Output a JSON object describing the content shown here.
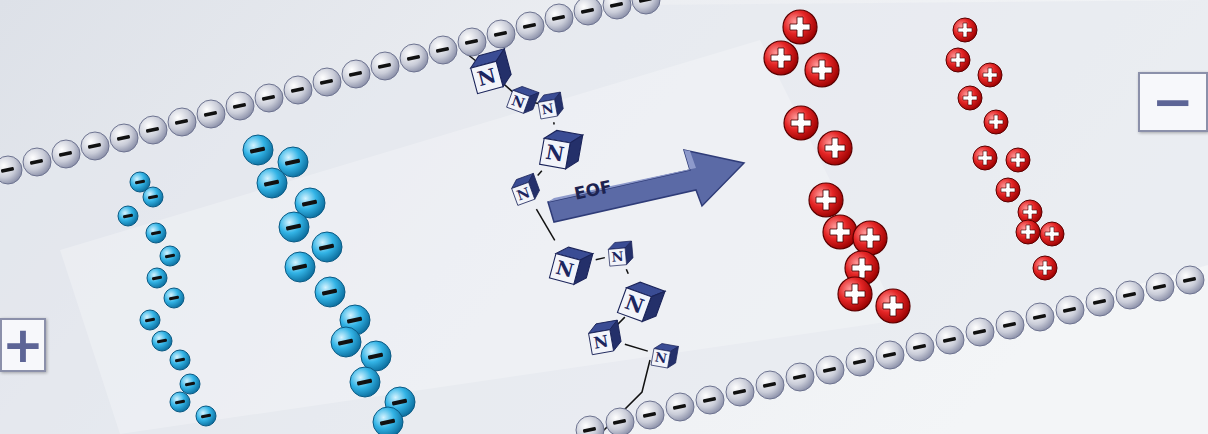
{
  "diagram": {
    "nodes": [
      {
        "text": [
          "+"
        ]
      },
      {
        "text": [
          "N"
        ]
      },
      {
        "text": [
          "N"
        ]
      },
      {
        "text": [
          "N"
        ]
      },
      {
        "text": [
          "N"
        ]
      },
      {
        "text": [
          "N"
        ]
      },
      {
        "text": [
          "N"
        ]
      },
      {
        "text": [
          "N"
        ]
      },
      {
        "text": [
          "N"
        ]
      },
      {
        "text": [
          "N"
        ]
      },
      {
        "text": [
          "N"
        ]
      },
      {
        "text": [
          "−"
        ]
      }
    ],
    "edges": [
      {
        "from": 1,
        "to": 2,
        "arrow": "none"
      },
      {
        "from": 2,
        "to": 3,
        "arrow": "none"
      },
      {
        "from": 3,
        "to": 4,
        "arrow": "none"
      },
      {
        "from": 4,
        "to": 5,
        "arrow": "none"
      },
      {
        "from": 5,
        "to": 6,
        "arrow": "none"
      },
      {
        "from": 6,
        "to": 7,
        "arrow": "none"
      },
      {
        "from": 7,
        "to": 8,
        "arrow": "none"
      },
      {
        "from": 8,
        "to": 9,
        "arrow": "none"
      },
      {
        "from": 9,
        "to": 10,
        "arrow": "none"
      }
    ],
    "labels": [
      "EOF"
    ]
  }
}
